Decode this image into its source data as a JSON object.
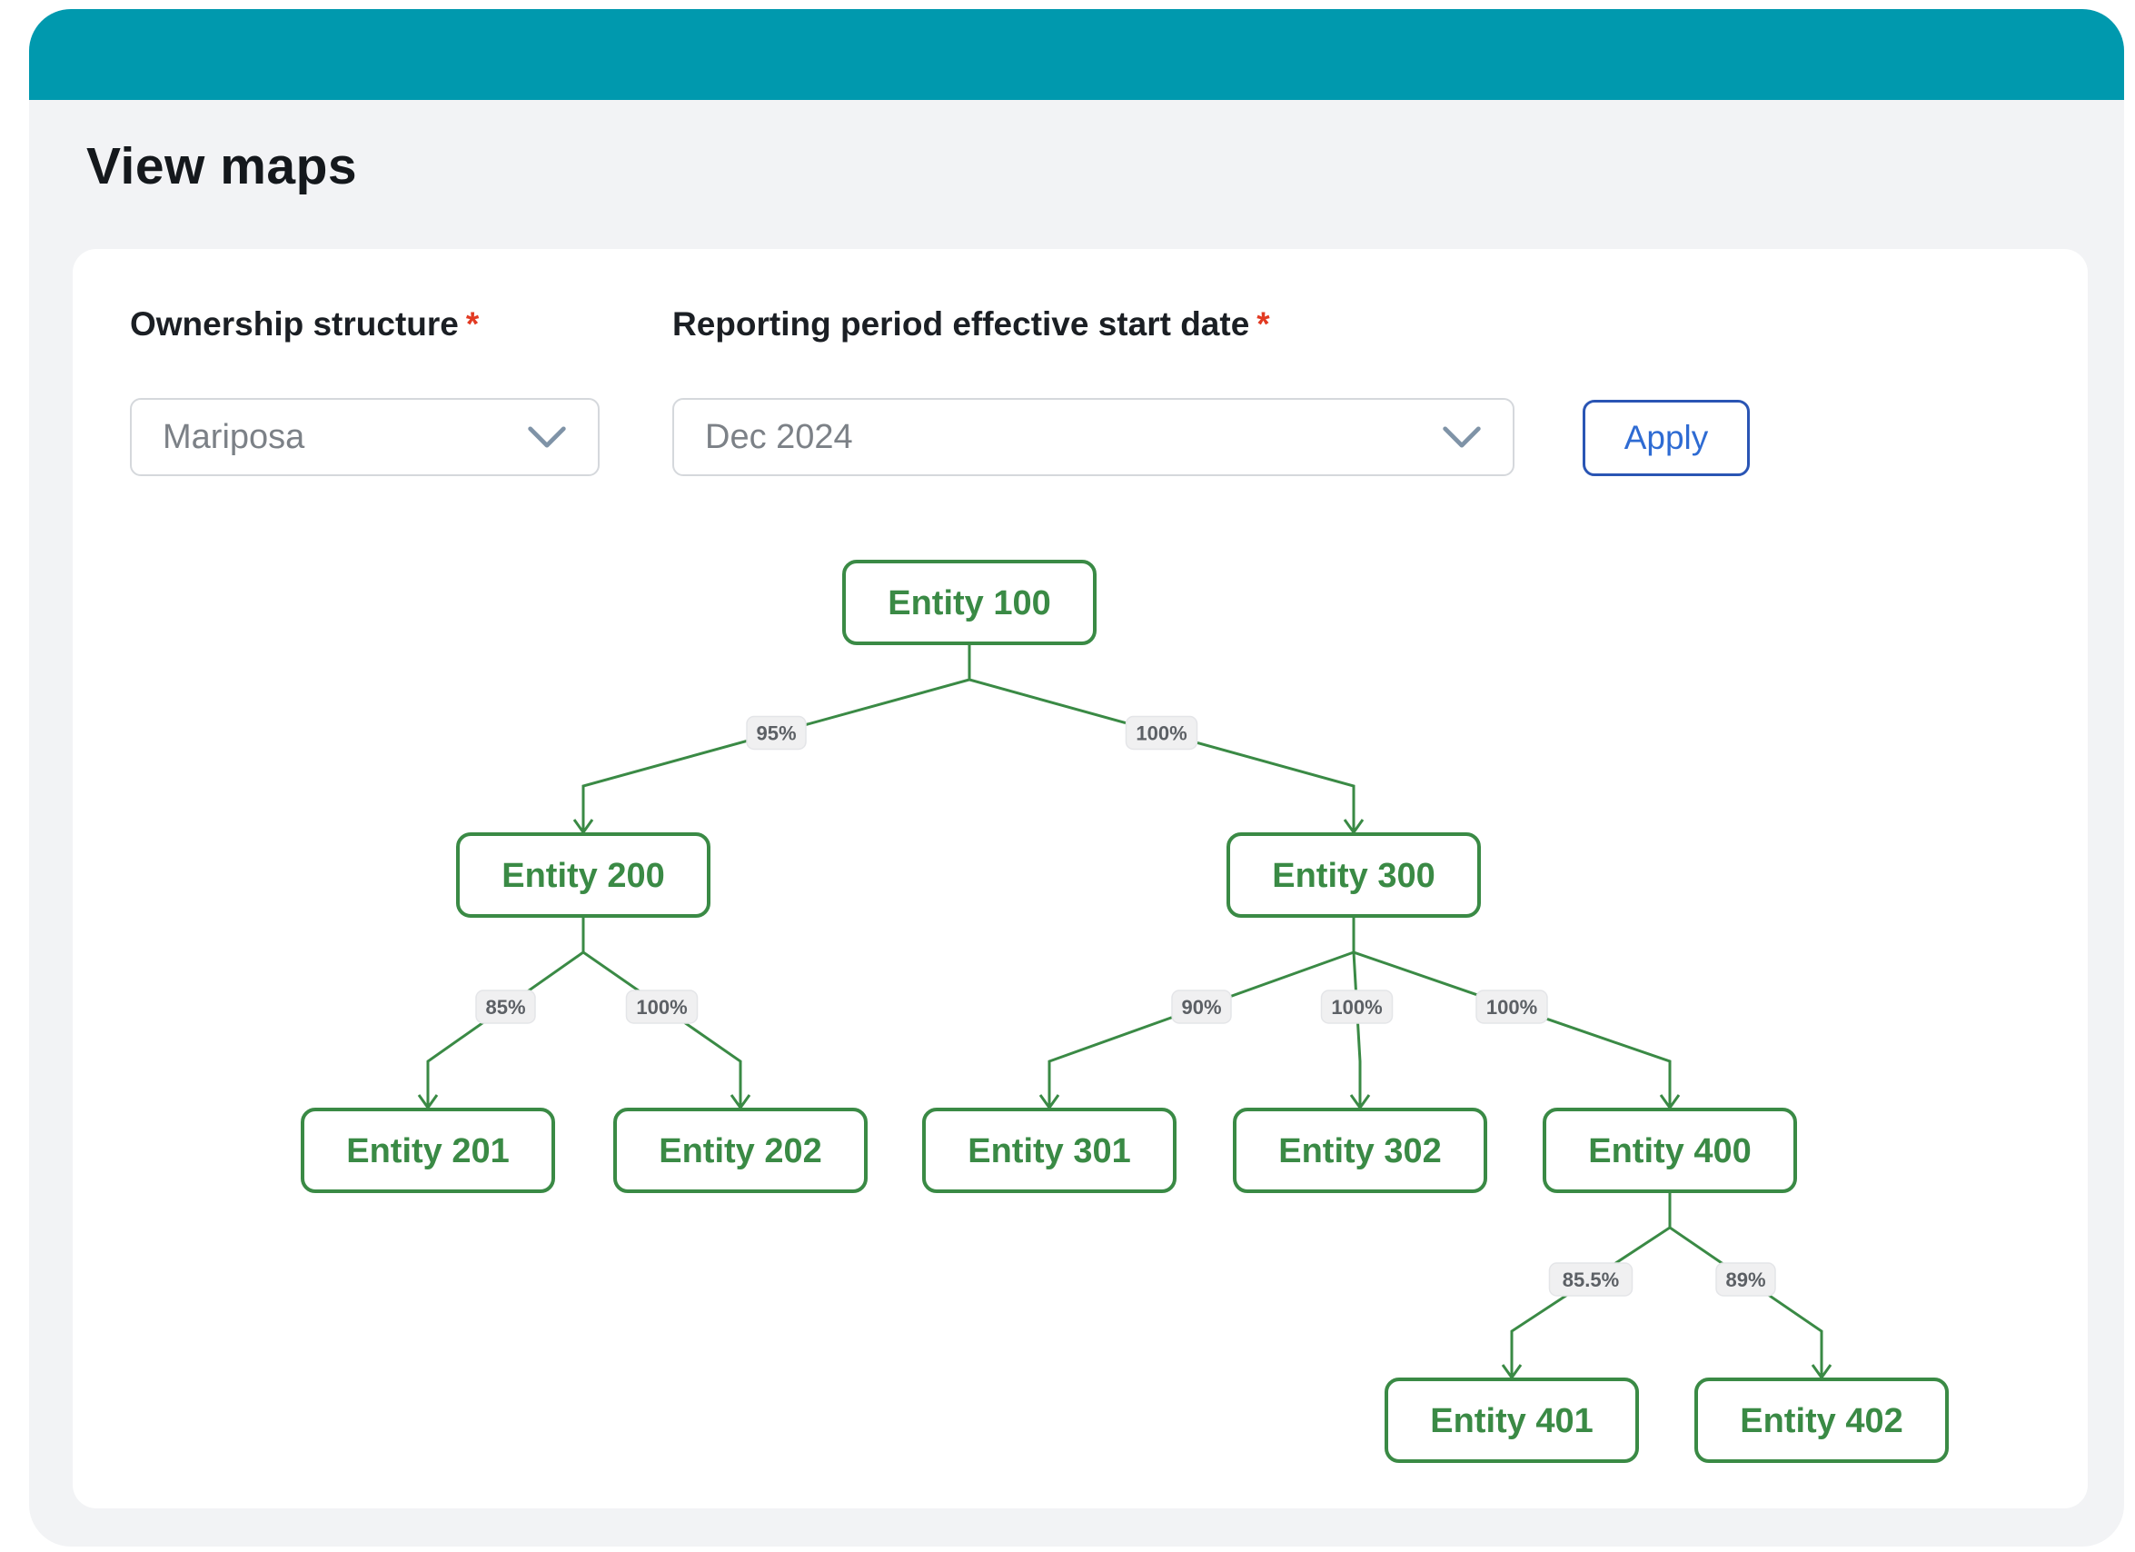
{
  "header": {
    "title": "View maps"
  },
  "filters": {
    "ownership": {
      "label": "Ownership structure",
      "required": "*",
      "value": "Mariposa"
    },
    "reporting": {
      "label": "Reporting period effective start date",
      "required": "*",
      "value": "Dec 2024"
    },
    "apply_label": "Apply"
  },
  "diagram": {
    "nodes": [
      {
        "id": "e100",
        "label": "Entity 100"
      },
      {
        "id": "e200",
        "label": "Entity 200"
      },
      {
        "id": "e300",
        "label": "Entity 300"
      },
      {
        "id": "e201",
        "label": "Entity 201"
      },
      {
        "id": "e202",
        "label": "Entity 202"
      },
      {
        "id": "e301",
        "label": "Entity 301"
      },
      {
        "id": "e302",
        "label": "Entity 302"
      },
      {
        "id": "e400",
        "label": "Entity 400"
      },
      {
        "id": "e401",
        "label": "Entity 401"
      },
      {
        "id": "e402",
        "label": "Entity 402"
      }
    ],
    "edges": [
      {
        "from": "e100",
        "to": "e200",
        "label": "95%"
      },
      {
        "from": "e100",
        "to": "e300",
        "label": "100%"
      },
      {
        "from": "e200",
        "to": "e201",
        "label": "85%"
      },
      {
        "from": "e200",
        "to": "e202",
        "label": "100%"
      },
      {
        "from": "e300",
        "to": "e301",
        "label": "90%"
      },
      {
        "from": "e300",
        "to": "e302",
        "label": "100%"
      },
      {
        "from": "e300",
        "to": "e400",
        "label": "100%"
      },
      {
        "from": "e400",
        "to": "e401",
        "label": "85.5%"
      },
      {
        "from": "e400",
        "to": "e402",
        "label": "89%"
      }
    ]
  },
  "colors": {
    "header_teal": "#0099AE",
    "panel_gray": "#F2F3F5",
    "node_green": "#3A8A45",
    "edge_label_bg": "#F0F0F1",
    "edge_label_text": "#5C6065",
    "apply_border_blue": "#2A55B4",
    "apply_text_blue": "#2E6BD3",
    "required_red": "#E23A22"
  }
}
